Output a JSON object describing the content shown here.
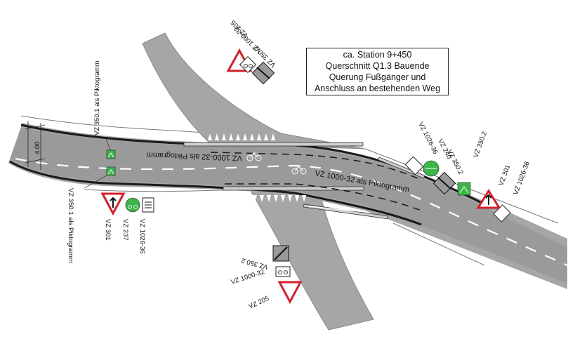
{
  "info_box": {
    "line1": "ca. Station 9+450",
    "line2": "Querschnitt Q1.3 Bauende",
    "line3": "Querung Fußgänger und",
    "line4": "Anschluss an bestehenden Weg"
  },
  "dimension": {
    "width": "4.00"
  },
  "road_markings": {
    "upper_pictogram": "VZ 1000-32 als Piktogramm",
    "lower_pictogram": "VZ 1000-32 als Piktogramm"
  },
  "sign_labels": {
    "left_top_piktogramm": "VZ 350.1 als Piktogramm",
    "left_bottom_piktogramm": "VZ 350.1 als Piktogramm",
    "left_vz301": "VZ 301",
    "left_vz237": "VZ 237",
    "left_vz1026": "VZ 1026-36",
    "top_vz205": "VZ 205",
    "top_vz1000": "VZ 1000-32",
    "top_vz350": "VZ 350.2",
    "bottom_vz350": "VZ 350.2",
    "bottom_vz1000": "VZ 1000-32",
    "bottom_vz205": "VZ 205",
    "right_vz1026_a": "VZ 1026-36",
    "right_vz240": "VZ 240",
    "right_vz350": "VZ 350.2",
    "right_vz350_b": "VZ 350.2",
    "right_vz301": "VZ 301",
    "right_vz1026_b": "VZ 1026-36"
  },
  "colors": {
    "asphalt": "#a6a6a6",
    "sign_green": "#3cb54a",
    "sign_red": "#d4202c",
    "curb": "#1a1a1a"
  }
}
